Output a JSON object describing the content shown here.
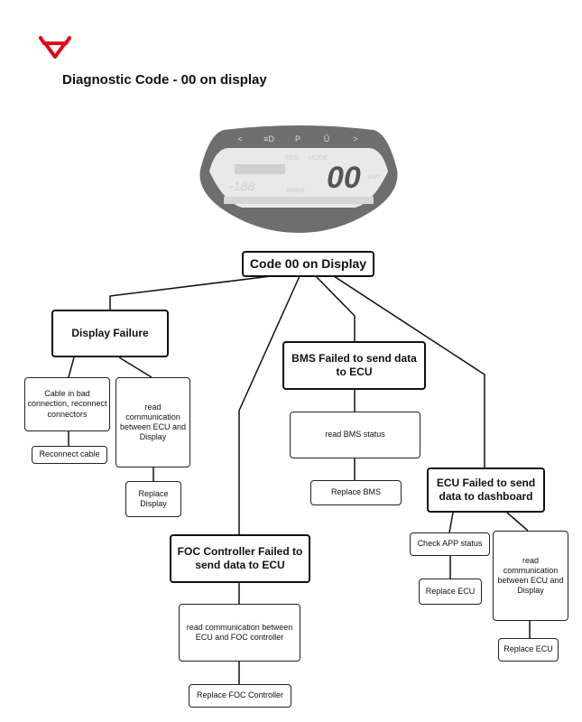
{
  "logo": {
    "brand_color": "#e3001b"
  },
  "title": "Diagnostic Code - 00 on display",
  "dashboard": {
    "icons": [
      "chevron-left",
      "headlight",
      "P",
      "battery",
      "chevron-right"
    ],
    "readout": "00",
    "labels": {
      "speed_unit": "km/h",
      "mode": "MODE",
      "eco": "ECO",
      "digits": "-188",
      "odo": "88888"
    }
  },
  "nodes": {
    "root": "Code 00 on Display",
    "display_failure": "Display Failure",
    "cable": "Cable in bad connection, reconnect connectors",
    "read_comm_display": "read communication between ECU and Display",
    "reconnect": "Reconnect cable",
    "replace_display": "Replace Display",
    "bms_failed": "BMS Failed to send data to ECU",
    "read_bms": "read BMS status",
    "replace_bms": "Replace BMS",
    "ecu_failed": "ECU Failed to send data to dashboard",
    "check_app": "Check APP status",
    "read_comm_ecu": "read communication between ECU and Display",
    "replace_ecu_1": "Replace ECU",
    "replace_ecu_2": "Replace ECU",
    "foc_failed": "FOC Controller Failed to send data to ECU",
    "read_foc": "read communication between ECU and FOC controller",
    "replace_foc": "Replace FOC Controller"
  }
}
